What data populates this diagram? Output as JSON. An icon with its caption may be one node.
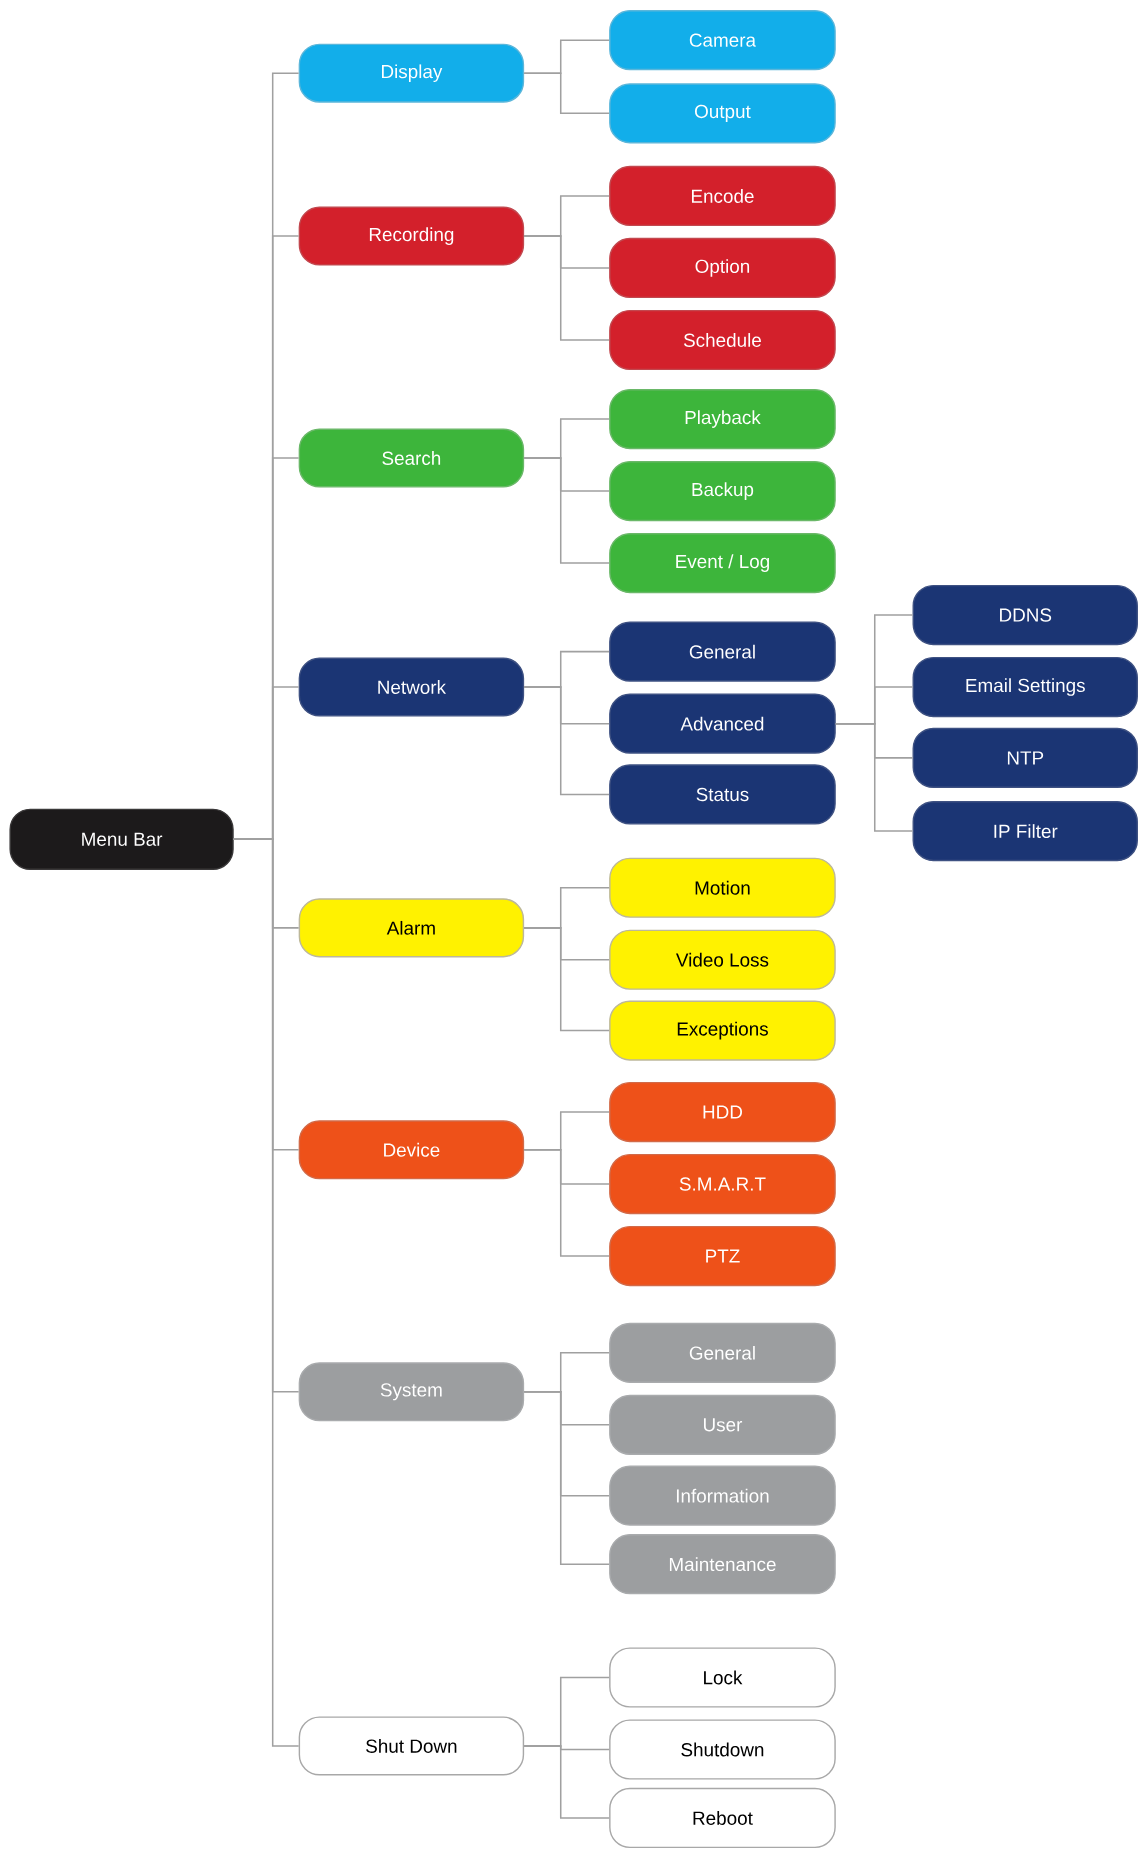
{
  "diagram": {
    "nodes": [
      {
        "text": [
          "Menu Bar"
        ]
      },
      {
        "text": [
          "Display"
        ]
      },
      {
        "text": [
          "Camera"
        ]
      },
      {
        "text": [
          "Output"
        ]
      },
      {
        "text": [
          "Recording"
        ]
      },
      {
        "text": [
          "Encode"
        ]
      },
      {
        "text": [
          "Option"
        ]
      },
      {
        "text": [
          "Schedule"
        ]
      },
      {
        "text": [
          "Search"
        ]
      },
      {
        "text": [
          "Playback"
        ]
      },
      {
        "text": [
          "Backup"
        ]
      },
      {
        "text": [
          "Event / Log"
        ]
      },
      {
        "text": [
          "Network"
        ]
      },
      {
        "text": [
          "General"
        ]
      },
      {
        "text": [
          "Advanced"
        ]
      },
      {
        "text": [
          "DDNS"
        ]
      },
      {
        "text": [
          "Email Settings"
        ]
      },
      {
        "text": [
          "NTP"
        ]
      },
      {
        "text": [
          "IP Filter"
        ]
      },
      {
        "text": [
          "Status"
        ]
      },
      {
        "text": [
          "Alarm"
        ]
      },
      {
        "text": [
          "Motion"
        ]
      },
      {
        "text": [
          "Video Loss"
        ]
      },
      {
        "text": [
          "Exceptions"
        ]
      },
      {
        "text": [
          "Device"
        ]
      },
      {
        "text": [
          "HDD"
        ]
      },
      {
        "text": [
          "S.M.A.R.T"
        ]
      },
      {
        "text": [
          "PTZ"
        ]
      },
      {
        "text": [
          "System"
        ]
      },
      {
        "text": [
          "General"
        ]
      },
      {
        "text": [
          "User"
        ]
      },
      {
        "text": [
          "Information"
        ]
      },
      {
        "text": [
          "Maintenance"
        ]
      },
      {
        "text": [
          "Shut Down"
        ]
      },
      {
        "text": [
          "Lock"
        ]
      },
      {
        "text": [
          "Shutdown"
        ]
      },
      {
        "text": [
          "Reboot"
        ]
      }
    ],
    "edges": [
      {
        "from": 0,
        "to": 1,
        "arrow": "none"
      },
      {
        "from": 0,
        "to": 4,
        "arrow": "none"
      },
      {
        "from": 0,
        "to": 8,
        "arrow": "none"
      },
      {
        "from": 0,
        "to": 12,
        "arrow": "none"
      },
      {
        "from": 0,
        "to": 20,
        "arrow": "none"
      },
      {
        "from": 0,
        "to": 24,
        "arrow": "none"
      },
      {
        "from": 0,
        "to": 28,
        "arrow": "none"
      },
      {
        "from": 0,
        "to": 33,
        "arrow": "none"
      },
      {
        "from": 1,
        "to": 2,
        "arrow": "none"
      },
      {
        "from": 1,
        "to": 3,
        "arrow": "none"
      },
      {
        "from": 4,
        "to": 5,
        "arrow": "none"
      },
      {
        "from": 4,
        "to": 6,
        "arrow": "none"
      },
      {
        "from": 4,
        "to": 7,
        "arrow": "none"
      },
      {
        "from": 8,
        "to": 9,
        "arrow": "none"
      },
      {
        "from": 8,
        "to": 10,
        "arrow": "none"
      },
      {
        "from": 8,
        "to": 11,
        "arrow": "none"
      },
      {
        "from": 12,
        "to": 13,
        "arrow": "none"
      },
      {
        "from": 12,
        "to": 14,
        "arrow": "none"
      },
      {
        "from": 12,
        "to": 19,
        "arrow": "none"
      },
      {
        "from": 14,
        "to": 15,
        "arrow": "none"
      },
      {
        "from": 14,
        "to": 16,
        "arrow": "none"
      },
      {
        "from": 14,
        "to": 17,
        "arrow": "none"
      },
      {
        "from": 14,
        "to": 18,
        "arrow": "none"
      },
      {
        "from": 20,
        "to": 21,
        "arrow": "none"
      },
      {
        "from": 20,
        "to": 22,
        "arrow": "none"
      },
      {
        "from": 20,
        "to": 23,
        "arrow": "none"
      },
      {
        "from": 24,
        "to": 25,
        "arrow": "none"
      },
      {
        "from": 24,
        "to": 26,
        "arrow": "none"
      },
      {
        "from": 24,
        "to": 27,
        "arrow": "none"
      },
      {
        "from": 28,
        "to": 29,
        "arrow": "none"
      },
      {
        "from": 28,
        "to": 30,
        "arrow": "none"
      },
      {
        "from": 28,
        "to": 31,
        "arrow": "none"
      },
      {
        "from": 28,
        "to": 32,
        "arrow": "none"
      },
      {
        "from": 33,
        "to": 34,
        "arrow": "none"
      },
      {
        "from": 33,
        "to": 35,
        "arrow": "none"
      },
      {
        "from": 33,
        "to": 36,
        "arrow": "none"
      }
    ]
  }
}
